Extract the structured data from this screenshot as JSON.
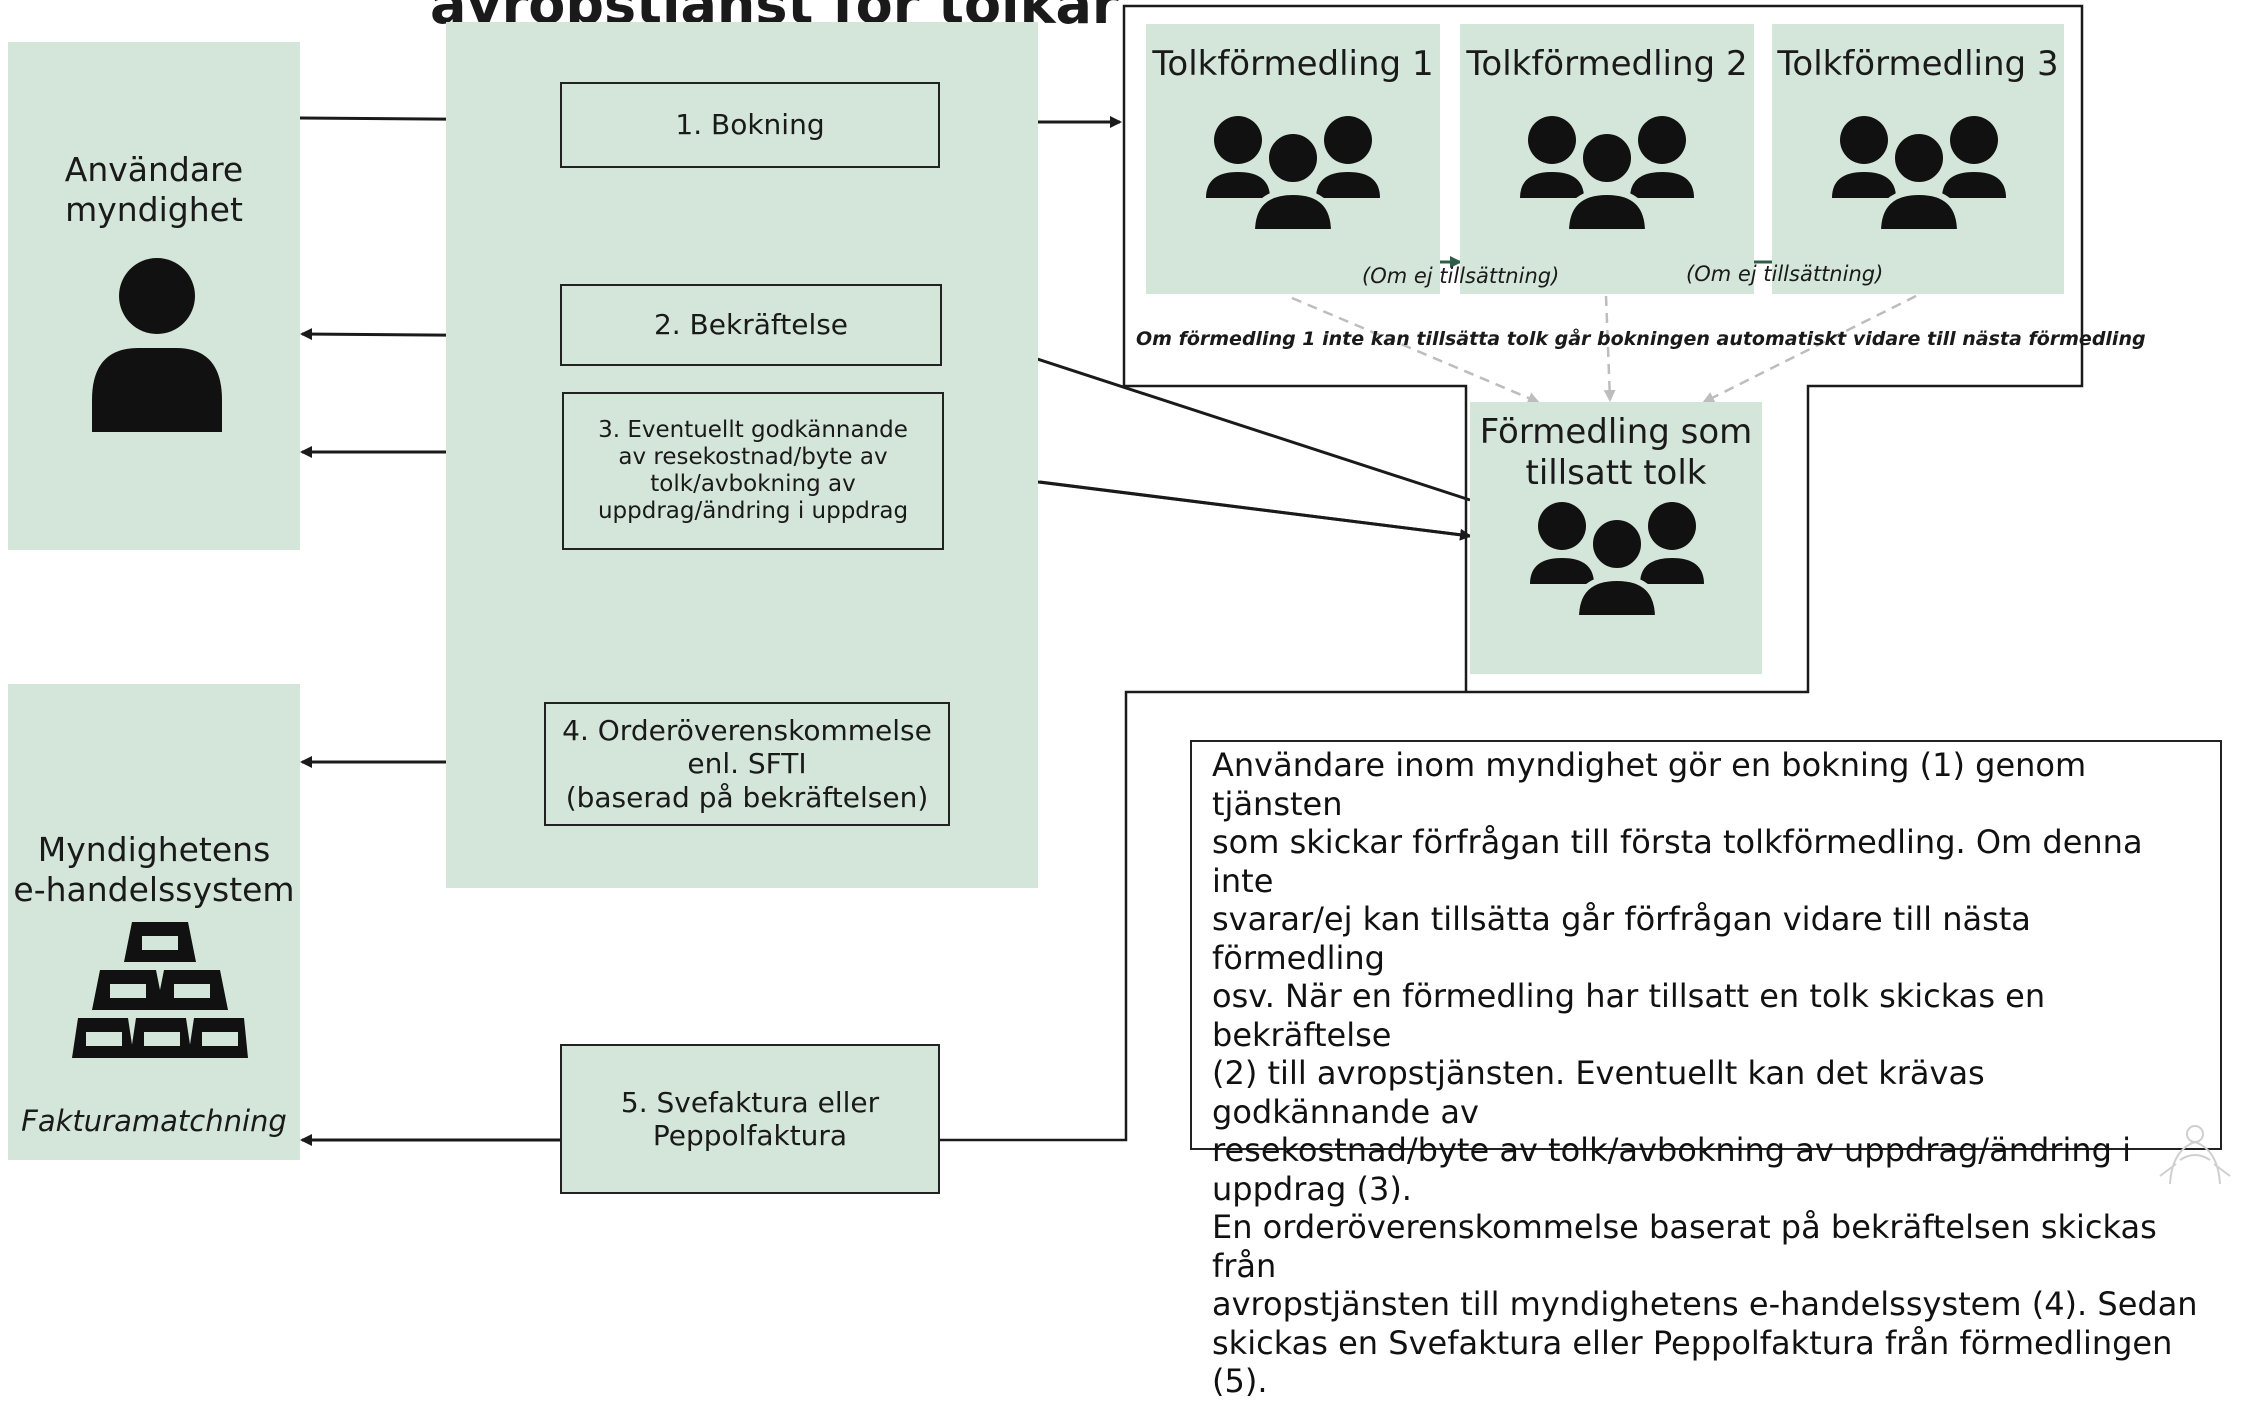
{
  "header": {
    "title": "avropstjänst för tolkar"
  },
  "user_agency": {
    "label": "Användare\nmyndighet",
    "icon": "person-icon"
  },
  "ecommerce": {
    "label": "Myndighetens\ne-handelssystem",
    "icon": "gold-bars-icon",
    "sublabel": "Fakturamatchning"
  },
  "steps": [
    {
      "label": "1. Bokning"
    },
    {
      "label": "2. Bekräftelse"
    },
    {
      "label": "3. Eventuellt godkännande\nav resekostnad/byte av\ntolk/avbokning av\nuppdrag/ändring i uppdrag"
    },
    {
      "label": "4. Orderöverenskommelse\nenl. SFTI\n(baserad på bekräftelsen)"
    },
    {
      "label": "5. Svefaktura eller\nPeppolfaktura"
    }
  ],
  "agencies": [
    {
      "label": "Tolkförmedling 1",
      "icon": "group-icon"
    },
    {
      "label": "Tolkförmedling 2",
      "icon": "group-icon"
    },
    {
      "label": "Tolkförmedling 3",
      "icon": "group-icon"
    }
  ],
  "fallback_labels": [
    "(Om ej tillsättning)",
    "(Om ej tillsättning)"
  ],
  "automatic_note": "Om förmedling 1 inte kan tillsätta tolk går bokningen automatiskt vidare till nästa förmedling",
  "assigned_agency": {
    "label": "Förmedling som\ntillsatt tolk",
    "icon": "group-icon"
  },
  "description": "Användare inom myndighet gör en bokning (1) genom tjänsten\nsom skickar förfrågan till första tolkförmedling. Om denna inte\nsvarar/ej kan tillsätta går förfrågan vidare till nästa förmedling\nosv. När en förmedling har tillsatt en tolk skickas en bekräftelse\n(2) till avropstjänsten. Eventuellt kan det krävas godkännande av\nresekostnad/byte av tolk/avbokning av uppdrag/ändring i\nuppdrag (3).\nEn orderöverenskommelse baserat på bekräftelsen skickas från\navropstjänsten till myndighetens e-handelssystem (4). Sedan\nskickas en Svefaktura eller Peppolfaktura från förmedlingen (5).",
  "colors": {
    "panel": "#d4e6d9",
    "arrow": "#1a1a1a",
    "dashed": "#bdbdbd",
    "accent_arrow": "#2e5e48"
  }
}
